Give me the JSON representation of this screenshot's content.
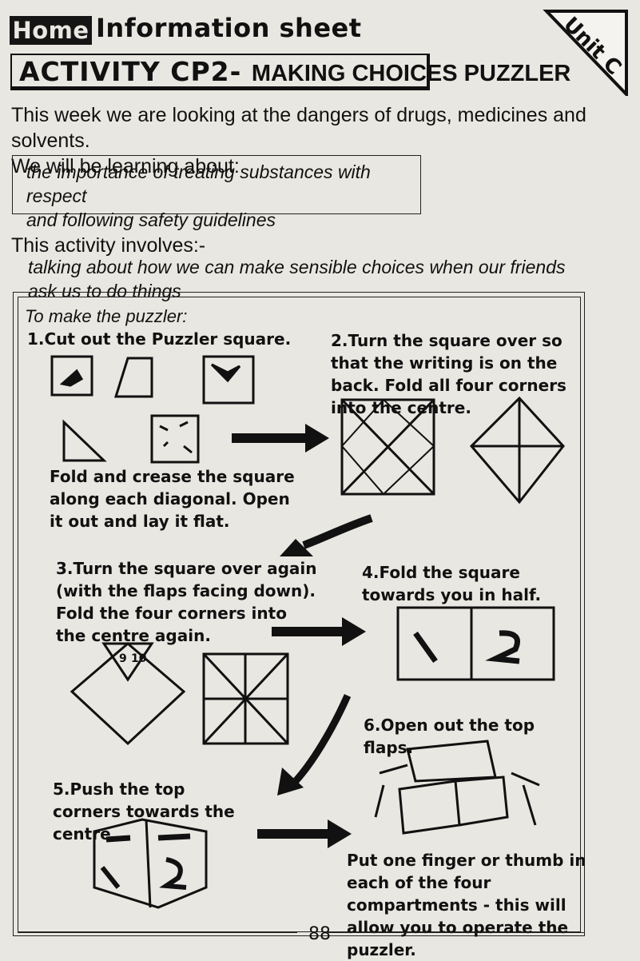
{
  "header": {
    "home_label": "Home",
    "title": "Information sheet",
    "unit_tag": "Unit C"
  },
  "activity": {
    "title_part1": "ACTIVITY CP2- ",
    "title_part2": "MAKING CHOICES PUZZLER"
  },
  "intro": {
    "line1": "This week we are looking at the dangers of drugs, medicines and solvents.",
    "line2": "We will be learning about:"
  },
  "learning": {
    "line1": "the importance of treating substances with respect",
    "line2": "and following safety guidelines"
  },
  "involves": {
    "label": "This activity involves:-",
    "line1": "talking about how we can make sensible choices when our friends",
    "line2": "ask us to do things"
  },
  "instructions": {
    "heading": "To make the puzzler:",
    "step1": "1.Cut out the Puzzler square.",
    "step1_sub": "Fold and crease the square along each diagonal. Open it out and lay it flat.",
    "step2": "2.Turn the square over so that the writing is on the back. Fold all four corners into the centre.",
    "step3": "3.Turn the square over again (with the flaps facing down). Fold the four corners into the centre again.",
    "step4": "4.Fold the square towards you in half.",
    "step5": "5.Push the top corners towards the centre",
    "step6": "6.Open out the top flaps.",
    "step7": "Put one finger or thumb in each of the four compartments - this will allow you to operate the puzzler.",
    "flap_numbers": [
      "9",
      "10"
    ]
  },
  "page_number": "88"
}
